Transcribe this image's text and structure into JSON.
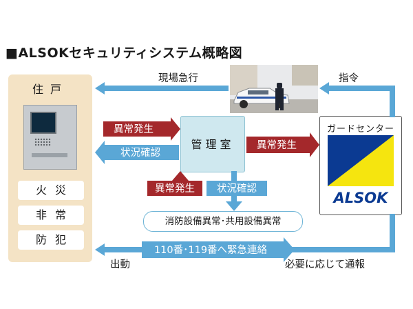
{
  "title": "■ALSOKセキュリティシステム概略図",
  "residence": {
    "label": "住戸",
    "items": [
      "火災",
      "非常",
      "防犯"
    ]
  },
  "management_office": {
    "label": "管理室"
  },
  "guard_center": {
    "label": "ガードセンター",
    "logo_text": "ALSOK"
  },
  "facility_box": {
    "label": "消防設備異常･共用設備異常"
  },
  "arrows": {
    "residence_to_office": "異常発生",
    "office_to_residence": "状況確認",
    "office_to_center": "異常発生",
    "facility_to_office": "異常発生",
    "office_to_facility": "状況確認",
    "emergency_call": "110番･119番へ緊急連絡"
  },
  "captions": {
    "rush_to_site": "現場急行",
    "command": "指令",
    "dispatch": "出動",
    "report_if_needed": "必要に応じて通報"
  },
  "colors": {
    "red_arrow": "#a4282b",
    "blue_arrow": "#5aa7d6",
    "residence_bg": "#f4e3c5",
    "office_bg": "#cfe8ef",
    "alsok_blue": "#0b3a92",
    "alsok_yellow": "#f5e50f"
  }
}
